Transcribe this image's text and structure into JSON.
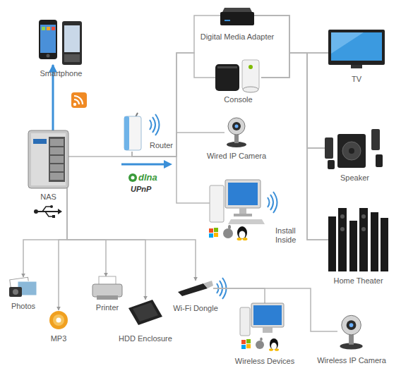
{
  "diagram": {
    "nodes": [
      {
        "text": [
          "Smartphone"
        ]
      },
      {
        "text": [
          "Digital Media Adapter"
        ]
      },
      {
        "text": [
          "TV"
        ]
      },
      {
        "text": [
          "Console"
        ]
      },
      {
        "text": [
          "NAS"
        ]
      },
      {
        "text": [
          "Router"
        ]
      },
      {
        "text": [
          "Wired IP Camera"
        ]
      },
      {
        "text": [
          "Speaker"
        ]
      },
      {
        "text": [
          "Install Inside"
        ]
      },
      {
        "text": [
          "Home Theater"
        ]
      },
      {
        "text": [
          "Photos"
        ]
      },
      {
        "text": [
          "Printer"
        ]
      },
      {
        "text": [
          "Wi-Fi Dongle"
        ]
      },
      {
        "text": [
          "MP3"
        ]
      },
      {
        "text": [
          "HDD Enclosure"
        ]
      },
      {
        "text": [
          "Wireless Devices"
        ]
      },
      {
        "text": [
          "Wireless IP Camera"
        ]
      }
    ],
    "edges": [
      {
        "from": 4,
        "to": 0,
        "arrow": "to"
      },
      {
        "from": 4,
        "to": 5,
        "arrow": "none"
      },
      {
        "from": 5,
        "to": 1,
        "arrow": "none"
      },
      {
        "from": 5,
        "to": 3,
        "arrow": "none"
      },
      {
        "from": 5,
        "to": 6,
        "arrow": "none"
      },
      {
        "from": 5,
        "to": 8,
        "arrow": "none"
      },
      {
        "from": 1,
        "to": 2,
        "arrow": "none"
      },
      {
        "from": 1,
        "to": 7,
        "arrow": "none"
      },
      {
        "from": 1,
        "to": 9,
        "arrow": "none"
      },
      {
        "from": 3,
        "to": 2,
        "arrow": "none"
      },
      {
        "from": 3,
        "to": 7,
        "arrow": "none"
      },
      {
        "from": 3,
        "to": 9,
        "arrow": "none"
      },
      {
        "from": 4,
        "to": 10,
        "arrow": "to"
      },
      {
        "from": 4,
        "to": 13,
        "arrow": "to"
      },
      {
        "from": 4,
        "to": 11,
        "arrow": "to"
      },
      {
        "from": 4,
        "to": 14,
        "arrow": "to"
      },
      {
        "from": 4,
        "to": 12,
        "arrow": "to"
      },
      {
        "from": 12,
        "to": 15,
        "arrow": "none"
      },
      {
        "from": 12,
        "to": 16,
        "arrow": "none"
      }
    ],
    "labels": [
      "dlna",
      "UPnP"
    ]
  }
}
